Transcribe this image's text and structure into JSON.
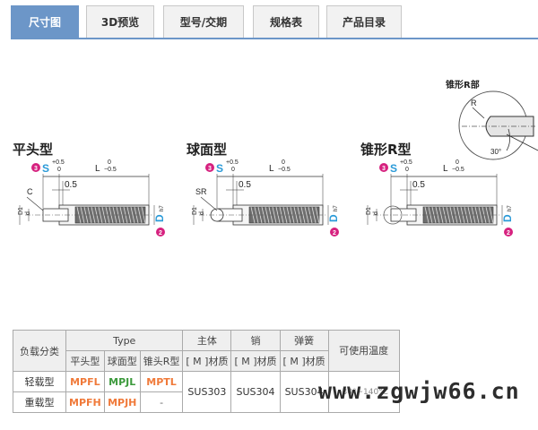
{
  "tabs": [
    {
      "label": "尺寸图",
      "active": true
    },
    {
      "label": "3D预览",
      "active": false
    },
    {
      "label": "型号/交期",
      "active": false
    },
    {
      "label": "规格表",
      "active": false
    },
    {
      "label": "产品目录",
      "active": false
    }
  ],
  "figures": [
    {
      "title": "平头型",
      "tip_label": "C"
    },
    {
      "title": "球面型",
      "tip_label": "SR"
    },
    {
      "title": "锥形R型",
      "tip_label": ""
    }
  ],
  "dimensions": {
    "s_marker": "3",
    "s_label": "S",
    "s_tol_upper": "+0.5",
    "s_tol_lower": "0",
    "l_label": "L",
    "l_tol_upper": "0",
    "l_tol_lower": "−0.5",
    "step": "0.5",
    "d1_label": "D1",
    "d_label": "d",
    "D_marker": "2",
    "D_label": "D",
    "D_tol": "h7"
  },
  "detail": {
    "title": "锥形R部",
    "r_label": "R",
    "angle_label": "30°"
  },
  "table": {
    "header_load": "负载分类",
    "header_type": "Type",
    "header_body": "主体",
    "header_pin": "销",
    "header_spring": "弹簧",
    "header_temp": "可使用温度",
    "sub_flat": "平头型",
    "sub_ball": "球面型",
    "sub_cone": "锥头R型",
    "material_label": "[ M ]材质",
    "rows": [
      {
        "load": "轻载型",
        "flat": "MPFL",
        "ball": "MPJL",
        "cone": "MPTL"
      },
      {
        "load": "重载型",
        "flat": "MPFH",
        "ball": "MPJH",
        "cone": "-"
      }
    ],
    "body_material": "SUS303",
    "pin_material": "SUS304",
    "spring_material": "SUS304",
    "temperature": "-30°~140°C"
  },
  "watermark": "www.zgwjw66.cn",
  "colors": {
    "tab_active": "#6c96c8",
    "marker_magenta": "#d6217f",
    "dim_blue": "#2a9ad8",
    "type_orange": "#f07a3a",
    "type_green": "#3d9a3d"
  }
}
